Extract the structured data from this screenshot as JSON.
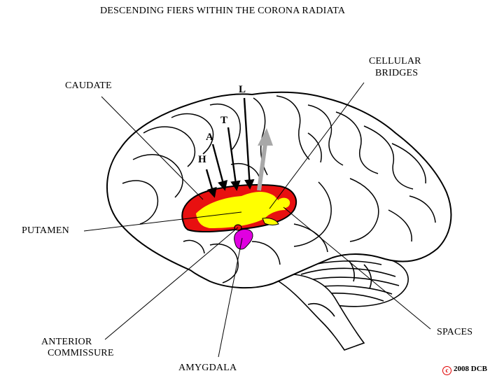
{
  "title": "DESCENDING FIERS WITHIN THE CORONA RADIATA",
  "labels": {
    "caudate": "CAUDATE",
    "cellular_bridges_line1": "CELLULAR",
    "cellular_bridges_line2": "BRIDGES",
    "putamen": "PUTAMEN",
    "spaces": "SPACES",
    "anterior_commissure_line1": "ANTERIOR",
    "anterior_commissure_line2": "COMMISSURE",
    "amygdala": "AMYGDALA"
  },
  "fiber_letters": {
    "h": "H",
    "a": "A",
    "t": "T",
    "l": "L"
  },
  "credit": {
    "mark": "c",
    "text": "2008  DCB"
  },
  "colors": {
    "striatum_outer": "#e81010",
    "striatum_inner": "#ffff00",
    "amygdala": "#e000e0",
    "ascending_arrow": "#a8a8a8",
    "copyright": "#e00000"
  }
}
